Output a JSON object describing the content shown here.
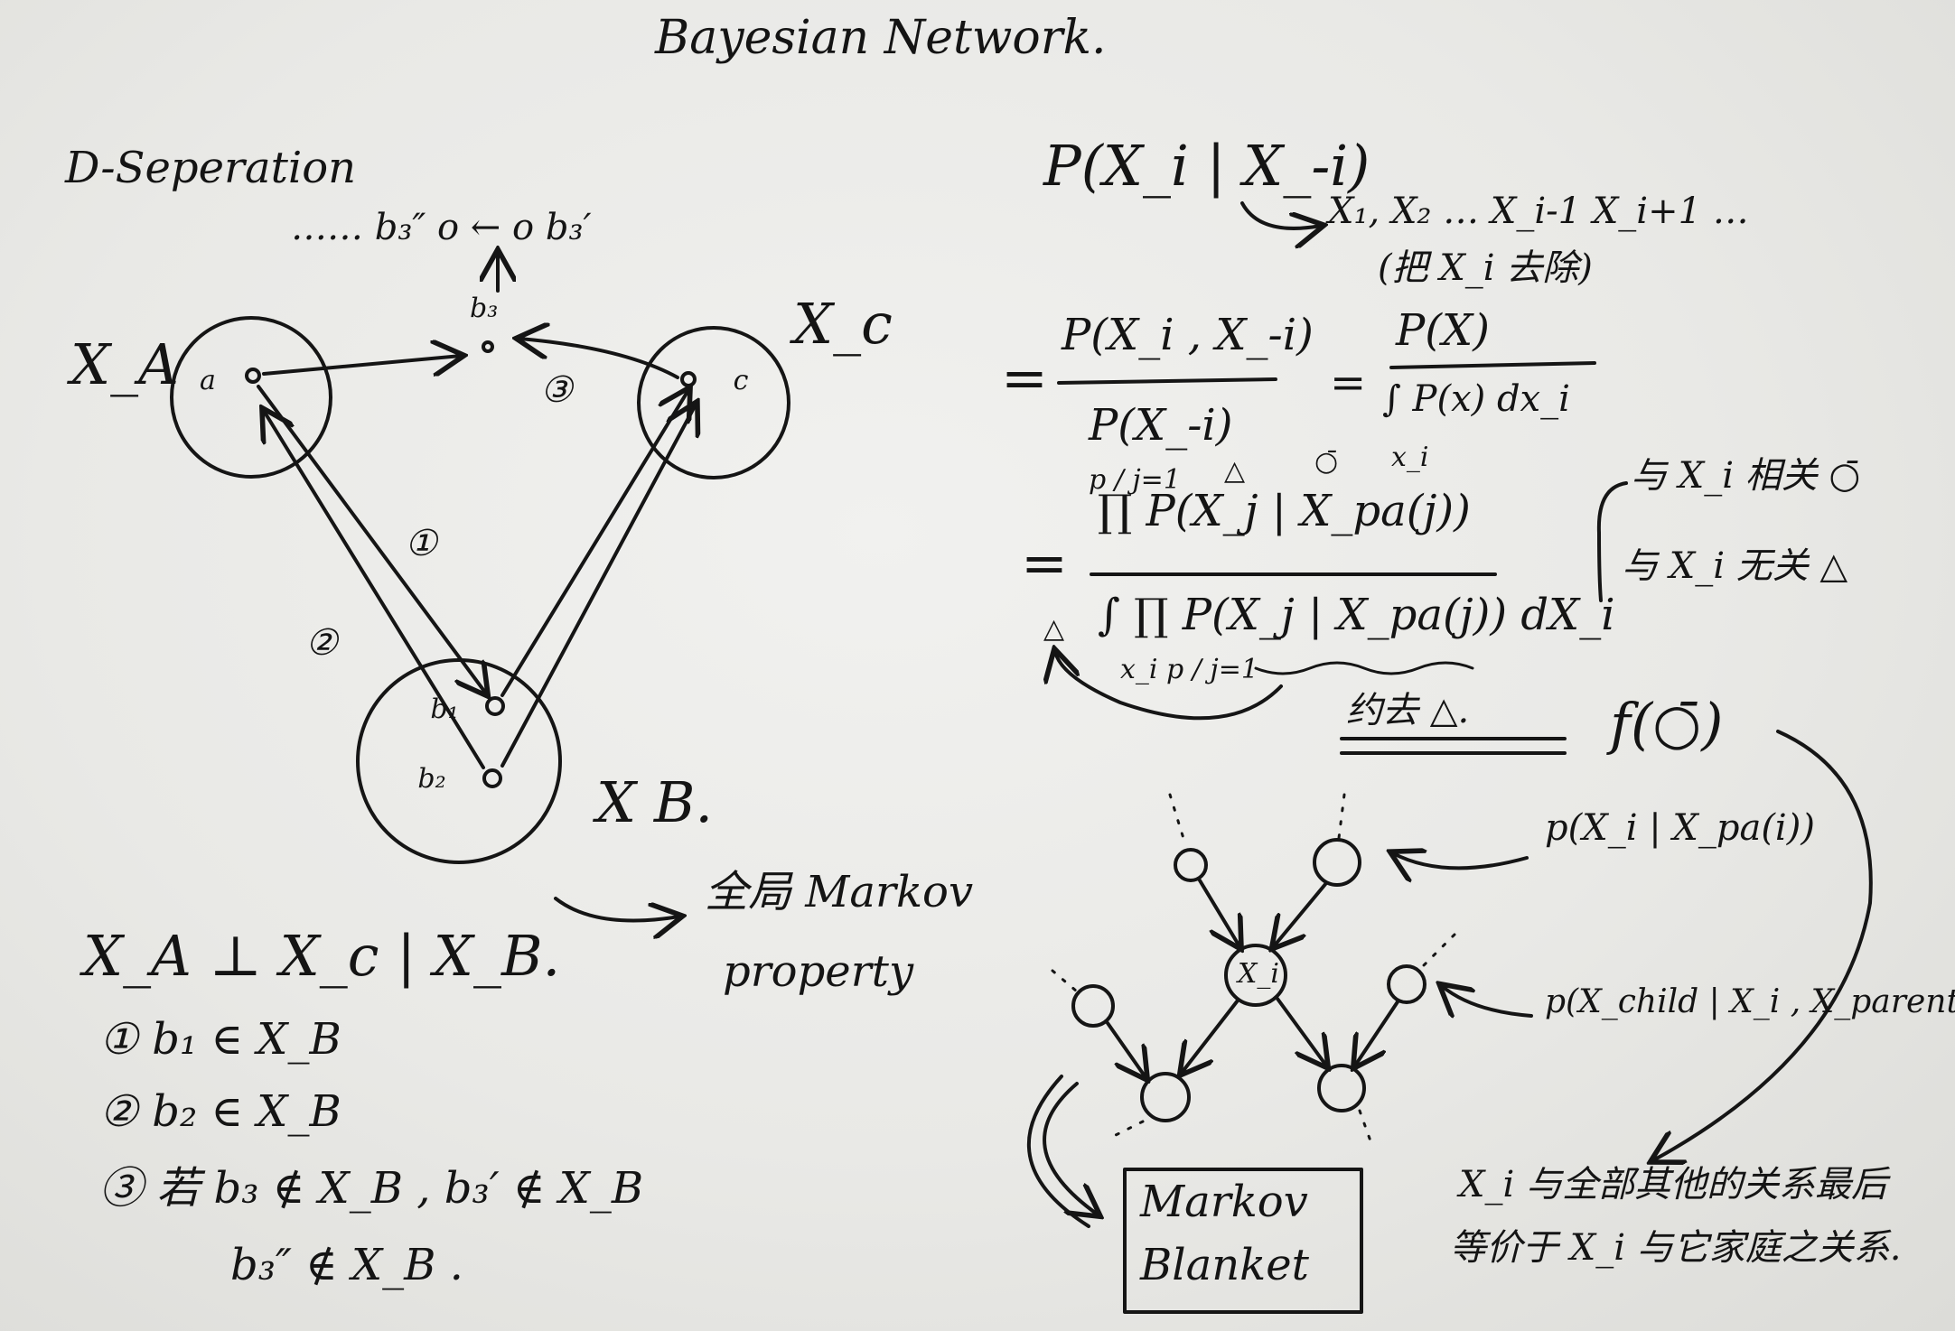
{
  "title": "Bayesian Network.",
  "dsep": {
    "heading": "D-Seperation",
    "b3_chain": "…… b₃″ o ← o b₃′",
    "b3": "b₃",
    "label_xa": "X_A",
    "label_xc": "X_c",
    "label_xb": "X B.",
    "node_a": "a",
    "node_c": "c",
    "node_b1": "b₁",
    "node_b2": "b₂",
    "marker1": "①",
    "marker2": "②",
    "marker3": "③"
  },
  "global_markov": {
    "label_line1": "全局 Markov",
    "label_line2": "property"
  },
  "conditions": {
    "statement": "X_A ⊥ X_c | X_B.",
    "items": [
      "① b₁ ∈ X_B",
      "② b₂ ∈ X_B",
      "③ 若 b₃ ∉ X_B , b₃′ ∉ X_B"
    ],
    "item3_cont": "b₃″ ∉ X_B ."
  },
  "formula": {
    "lhs": "P(X_i | X_-i)",
    "expand": "X₁, X₂ … X_i-1  X_i+1 …",
    "note": "(把 X_i 去除)",
    "frac1_num": "P(X_i , X_-i)",
    "frac1_den": "P(X_-i)",
    "frac2_num": "P(X)",
    "frac2_den": "∫ P(x) dx_i",
    "frac2_sub": "x_i",
    "mark_tri": "△",
    "mark_circ": "○̄",
    "prod_num": "∏ P(X_j | X_pa(j))",
    "prod_idx": "p / j=1",
    "prod_den": "∫ ∏ P(X_j | X_pa(j)) dX_i",
    "prod_den_idx": "x_i   p / j=1",
    "brace_line1": "与 X_i 相关 ○̄",
    "brace_line2": "与 X_i 无关 △",
    "cancel_note": "约去 △.",
    "result": "f(○̄)"
  },
  "markov_blanket": {
    "center": "X_i",
    "parent_label": "p(X_i | X_pa(i))",
    "child_label": "p(X_child | X_i , X_parent(child))",
    "box_line1": "Markov",
    "box_line2": "Blanket",
    "conclusion_line1": "X_i 与全部其他的关系最后",
    "conclusion_line2": "等价于 X_i 与它家庭之关系."
  }
}
